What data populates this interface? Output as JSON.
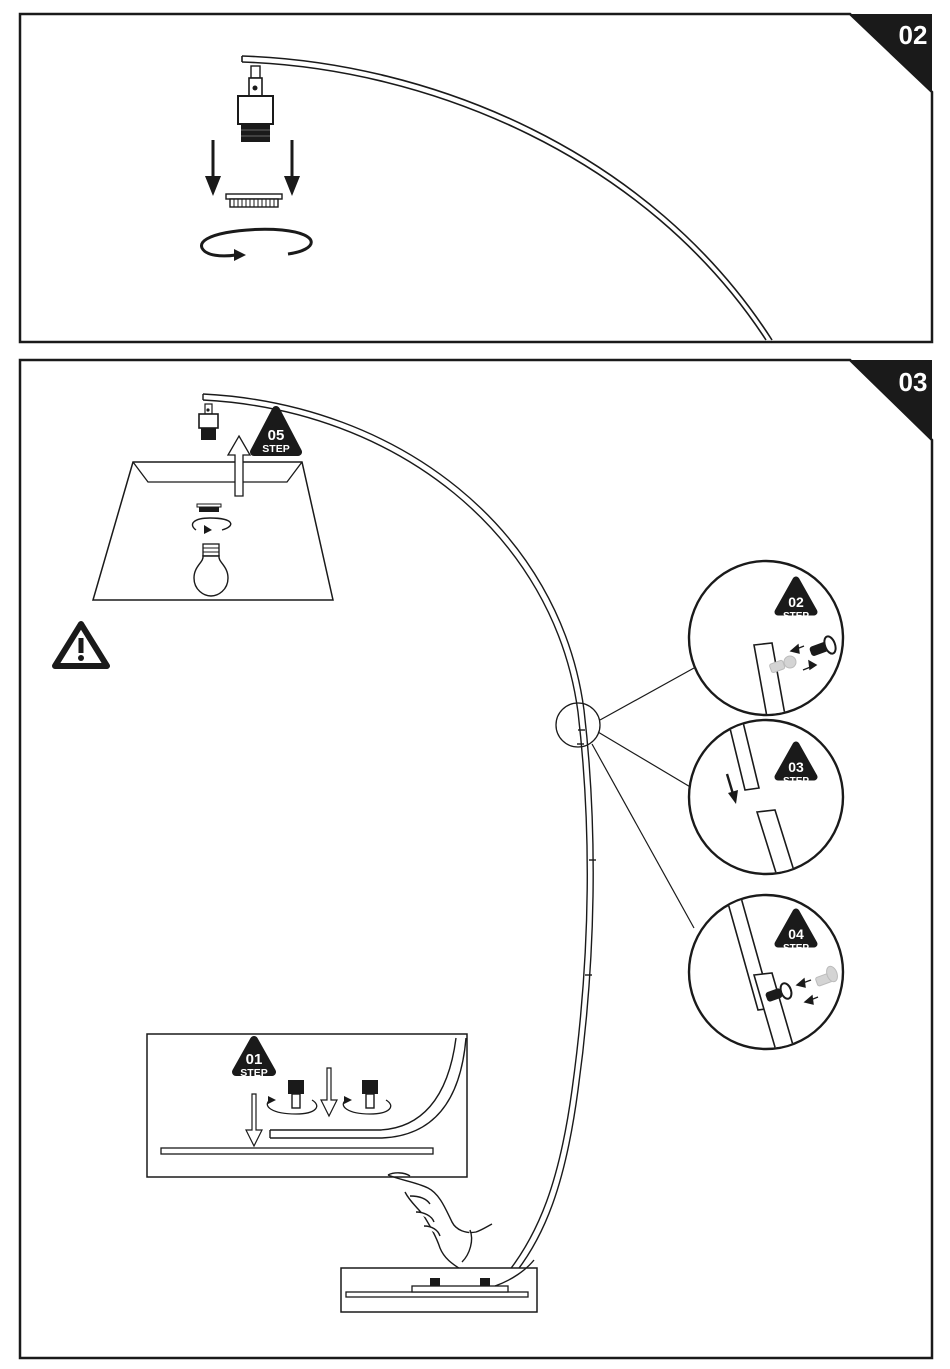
{
  "panels": [
    {
      "number": "02"
    },
    {
      "number": "03"
    }
  ],
  "steps": {
    "s01": {
      "number": "01",
      "word": "STEP"
    },
    "s02": {
      "number": "02",
      "word": "STEP"
    },
    "s03": {
      "number": "03",
      "word": "STEP"
    },
    "s04": {
      "number": "04",
      "word": "STEP"
    },
    "s05": {
      "number": "05",
      "word": "STEP"
    }
  },
  "icons": [
    "down-arrow-icon",
    "rotate-arrow-icon",
    "warning-icon",
    "up-arrow-icon",
    "bulb-icon",
    "screw-icon",
    "hand-icon"
  ],
  "colors": {
    "ink": "#1a1a1a",
    "paper": "#ffffff",
    "badge": "#1a1a1a"
  }
}
